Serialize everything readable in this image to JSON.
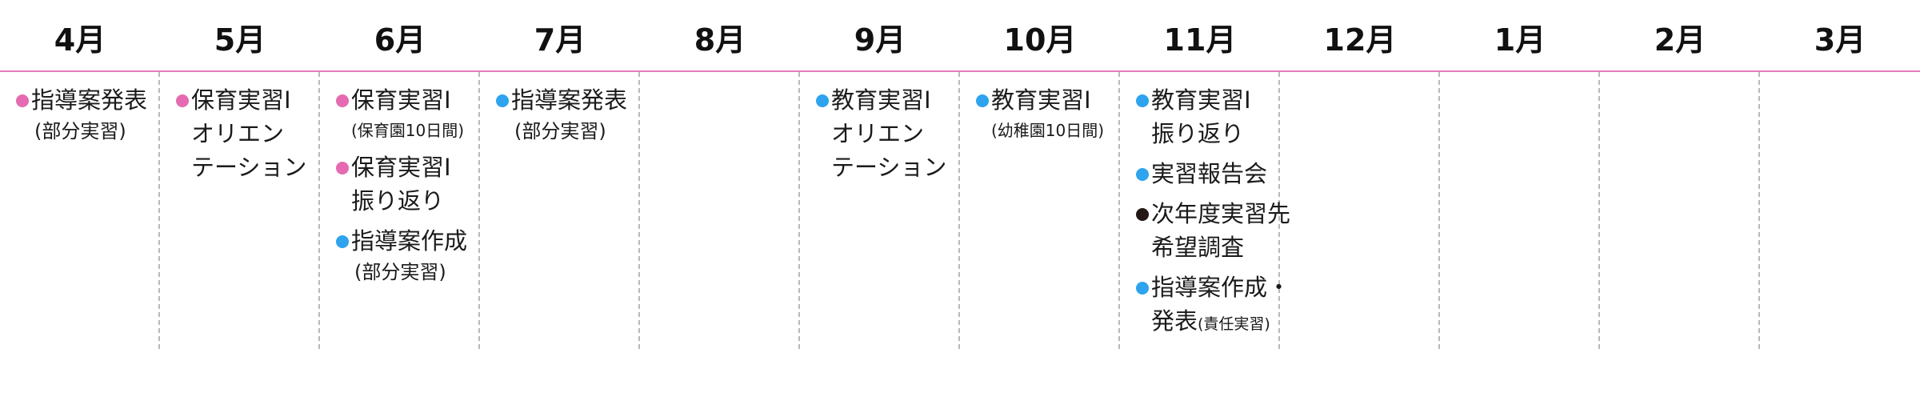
{
  "months": [
    "4月",
    "5月",
    "6月",
    "7月",
    "8月",
    "9月",
    "10月",
    "11月",
    "12月",
    "1月",
    "2月",
    "3月"
  ],
  "colors": {
    "pink": "#e56ab1",
    "blue": "#2ea3ee",
    "black": "#231815",
    "header_rule": "#e67dbb",
    "divider": "#b8b8b8"
  },
  "events": {
    "apr": {
      "e1": {
        "color": "pink",
        "title": "指導案発表",
        "sub": "(部分実習)"
      }
    },
    "may": {
      "e1": {
        "color": "pink",
        "title": "保育実習I",
        "line2": "オリエン",
        "line3": "テーション"
      }
    },
    "jun": {
      "e1": {
        "color": "pink",
        "title": "保育実習I",
        "small": "(保育園10日間)"
      },
      "e2": {
        "color": "pink",
        "title": "保育実習I",
        "line2": "振り返り"
      },
      "e3": {
        "color": "blue",
        "title": "指導案作成",
        "sub": "(部分実習)"
      }
    },
    "jul": {
      "e1": {
        "color": "blue",
        "title": "指導案発表",
        "sub": "(部分実習)"
      }
    },
    "sep": {
      "e1": {
        "color": "blue",
        "title": "教育実習I",
        "line2": "オリエン",
        "line3": "テーション"
      }
    },
    "oct": {
      "e1": {
        "color": "blue",
        "title": "教育実習I",
        "small": "(幼稚園10日間)"
      }
    },
    "nov": {
      "e1": {
        "color": "blue",
        "title": "教育実習I",
        "line2": "振り返り"
      },
      "e2": {
        "color": "blue",
        "title": "実習報告会"
      },
      "e3": {
        "color": "black",
        "title": "次年度実習先",
        "line2": "希望調査"
      },
      "e4": {
        "color": "blue",
        "title": "指導案作成・",
        "line2_main": "発表",
        "line2_small": "(責任実習)"
      }
    }
  }
}
